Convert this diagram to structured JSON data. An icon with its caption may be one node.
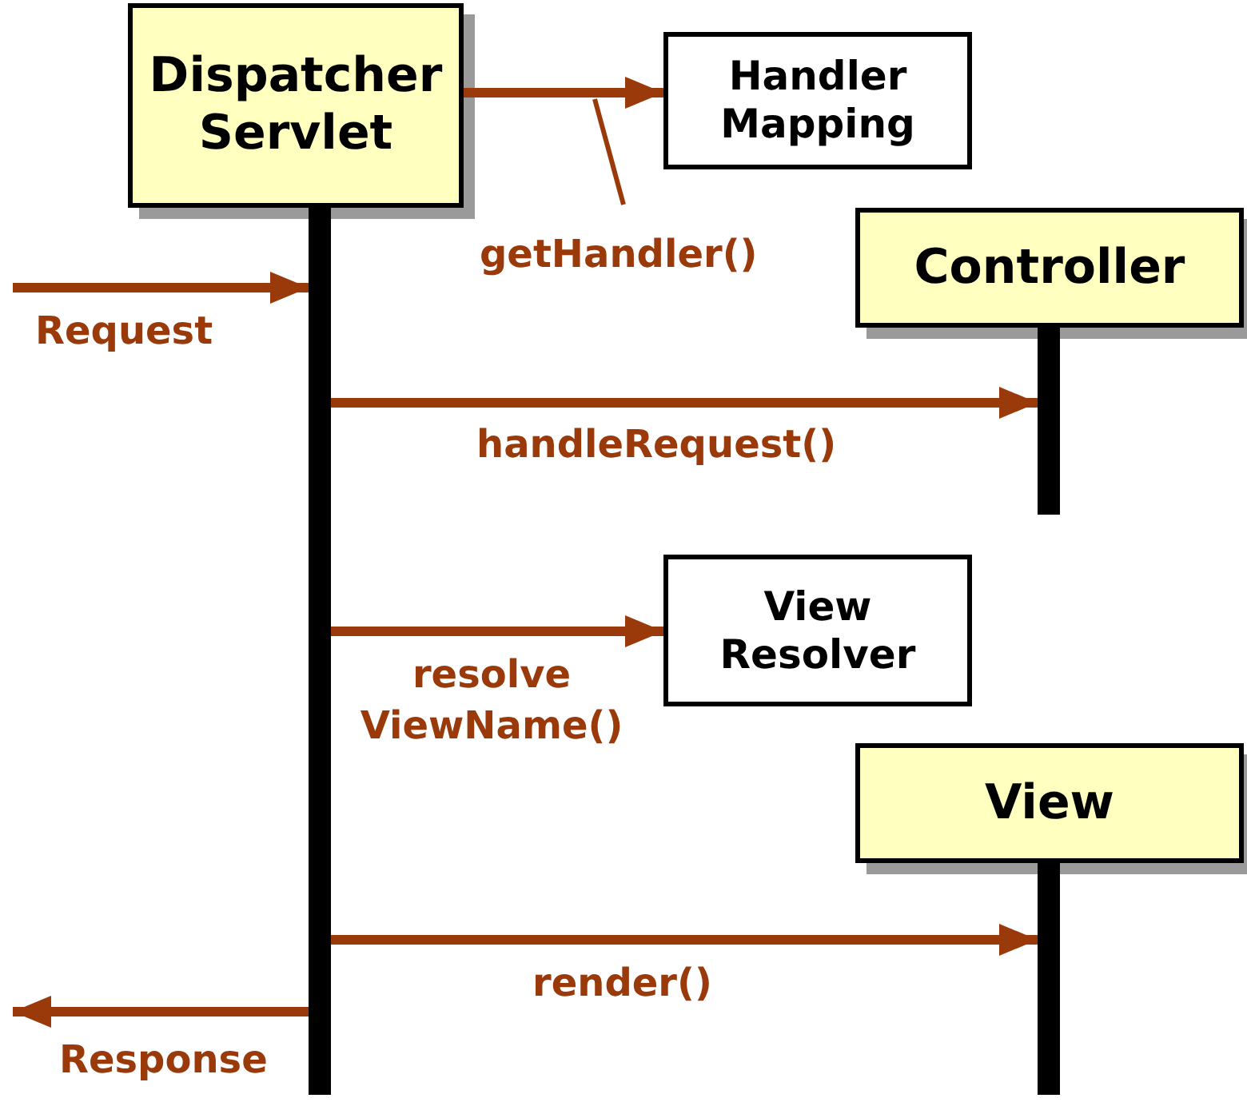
{
  "diagram": {
    "nodes": [
      {
        "text": [
          "Dispatcher Servlet"
        ]
      },
      {
        "text": [
          "Handler Mapping"
        ]
      },
      {
        "text": [
          "Controller"
        ]
      },
      {
        "text": [
          "View Resolver"
        ]
      },
      {
        "text": [
          "View"
        ]
      },
      {
        "text": [],
        "shape": "bar"
      },
      {
        "text": [],
        "shape": "bar"
      },
      {
        "text": [],
        "shape": "bar"
      }
    ],
    "edges": [
      {
        "from": null,
        "to": 5,
        "arrow": "to",
        "label": "Request"
      },
      {
        "from": 0,
        "to": 1,
        "arrow": "to",
        "label": "getHandler()"
      },
      {
        "from": 5,
        "to": 6,
        "arrow": "to",
        "label": "handleRequest()"
      },
      {
        "from": 5,
        "to": 3,
        "arrow": "to",
        "label": "resolve ViewName()"
      },
      {
        "from": 5,
        "to": 7,
        "arrow": "to",
        "label": "render()"
      },
      {
        "from": 5,
        "to": null,
        "arrow": "to",
        "label": "Response"
      }
    ]
  }
}
